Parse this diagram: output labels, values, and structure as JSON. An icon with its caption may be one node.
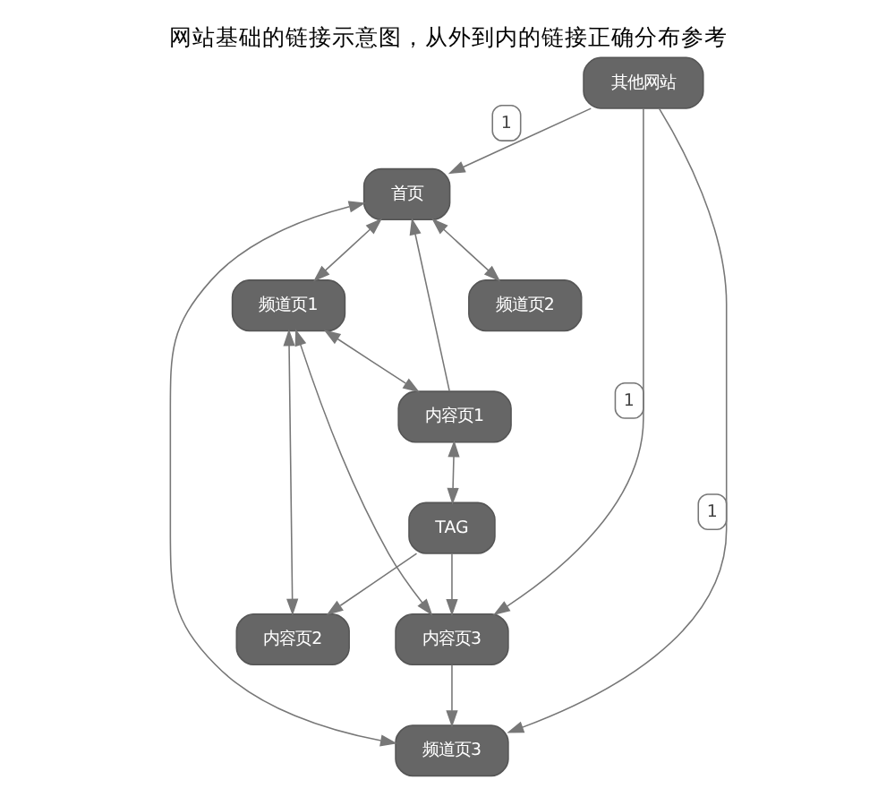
{
  "diagram": {
    "title": "网站基础的链接示意图，从外到内的链接正确分布参考",
    "nodes": [
      {
        "text": [
          "其他网站"
        ]
      },
      {
        "text": [
          "首页"
        ]
      },
      {
        "text": [
          "频道页1"
        ]
      },
      {
        "text": [
          "频道页2"
        ]
      },
      {
        "text": [
          "频道页3"
        ]
      },
      {
        "text": [
          "内容页1"
        ]
      },
      {
        "text": [
          "内容页2"
        ]
      },
      {
        "text": [
          "内容页3"
        ]
      },
      {
        "text": [
          "TAG"
        ]
      }
    ],
    "edges": [
      {
        "from": 0,
        "to": 1,
        "arrow": "to",
        "label": "1"
      },
      {
        "from": 0,
        "to": 4,
        "arrow": "to",
        "label": "1"
      },
      {
        "from": 0,
        "to": 7,
        "arrow": "to",
        "label": "1"
      },
      {
        "from": 1,
        "to": 2,
        "arrow": "both"
      },
      {
        "from": 1,
        "to": 3,
        "arrow": "both"
      },
      {
        "from": 1,
        "to": 4,
        "arrow": "both"
      },
      {
        "from": 2,
        "to": 5,
        "arrow": "both"
      },
      {
        "from": 2,
        "to": 6,
        "arrow": "both"
      },
      {
        "from": 2,
        "to": 7,
        "arrow": "both"
      },
      {
        "from": 7,
        "to": 4,
        "arrow": "to"
      },
      {
        "from": 5,
        "to": 1,
        "arrow": "to"
      },
      {
        "from": 5,
        "to": 8,
        "arrow": "both"
      },
      {
        "from": 8,
        "to": 6,
        "arrow": "to"
      },
      {
        "from": 8,
        "to": 7,
        "arrow": "to"
      }
    ]
  }
}
